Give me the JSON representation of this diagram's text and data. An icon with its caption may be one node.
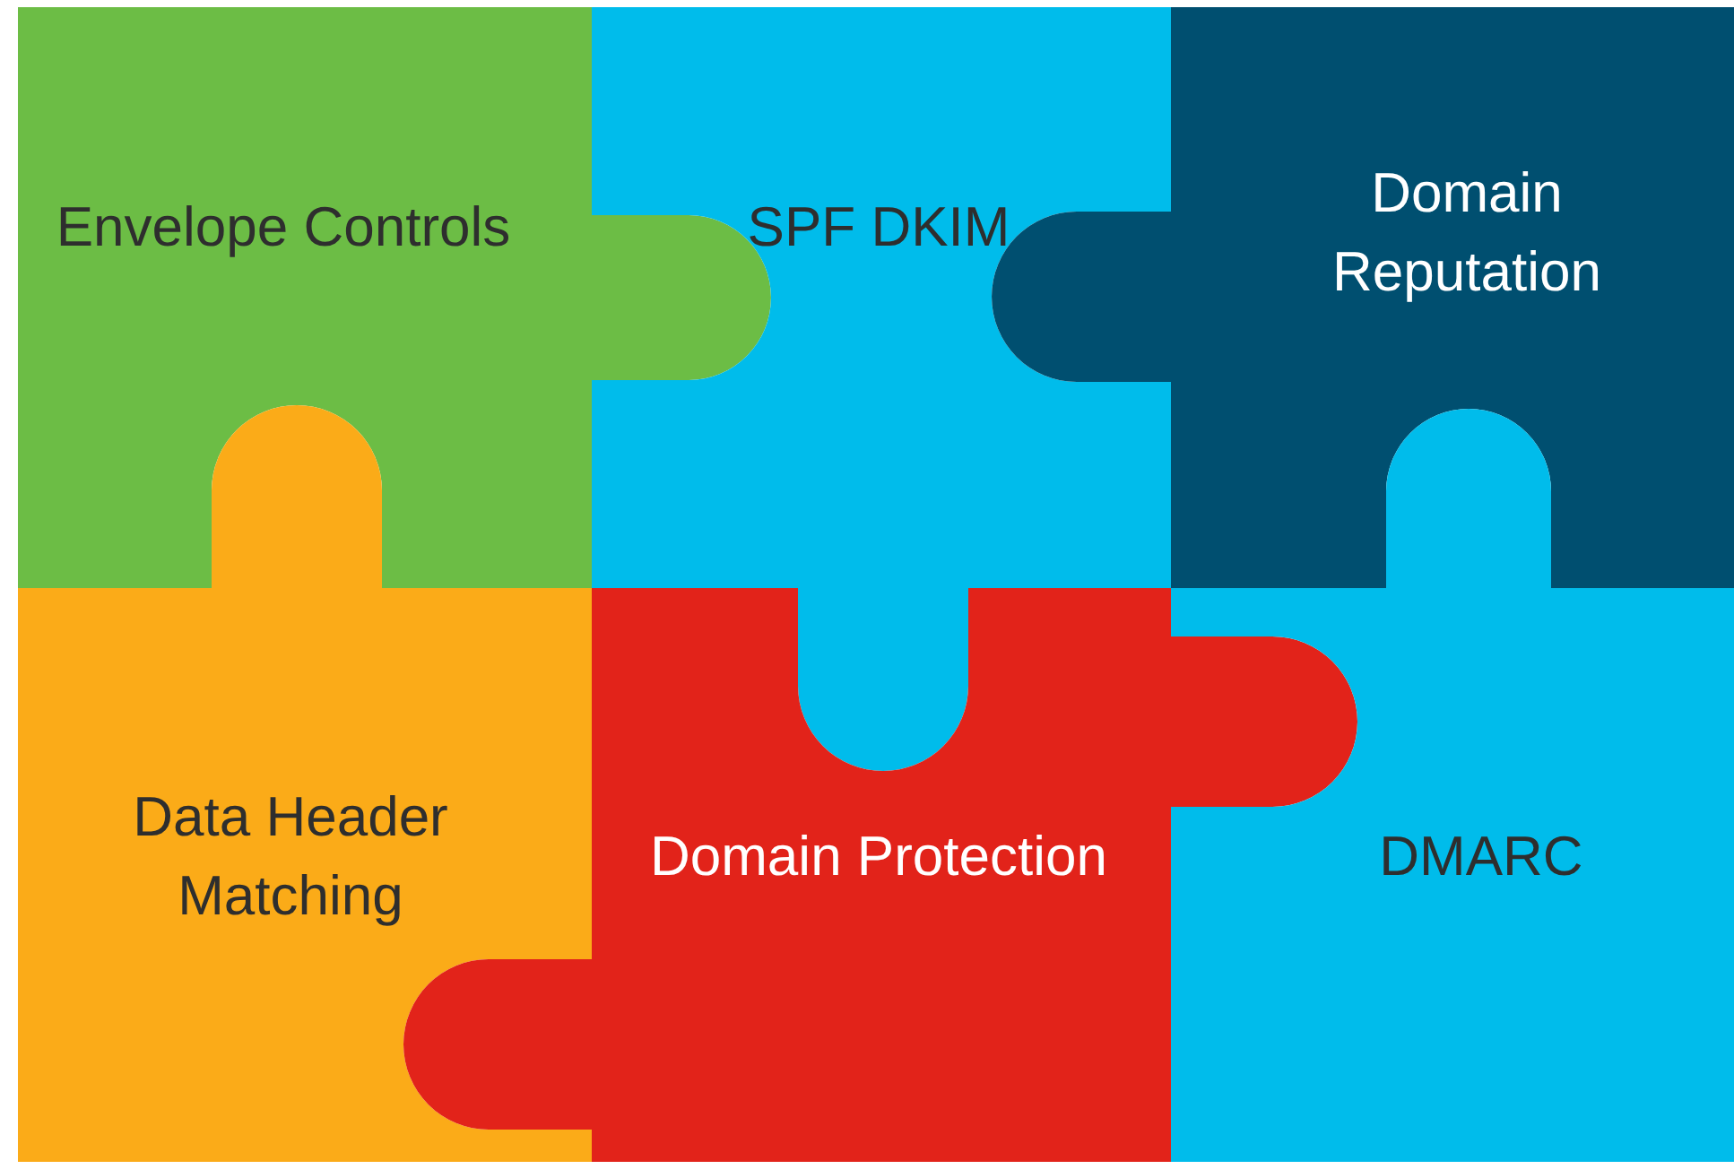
{
  "diagram": {
    "nodes": [
      {
        "text": [
          "Envelope Controls"
        ]
      },
      {
        "text": [
          "SPF DKIM"
        ]
      },
      {
        "text": [
          "Domain Reputation"
        ]
      },
      {
        "text": [
          "Data Header Matching"
        ]
      },
      {
        "text": [
          "Domain Protection"
        ]
      },
      {
        "text": [
          "DMARC"
        ]
      }
    ]
  }
}
